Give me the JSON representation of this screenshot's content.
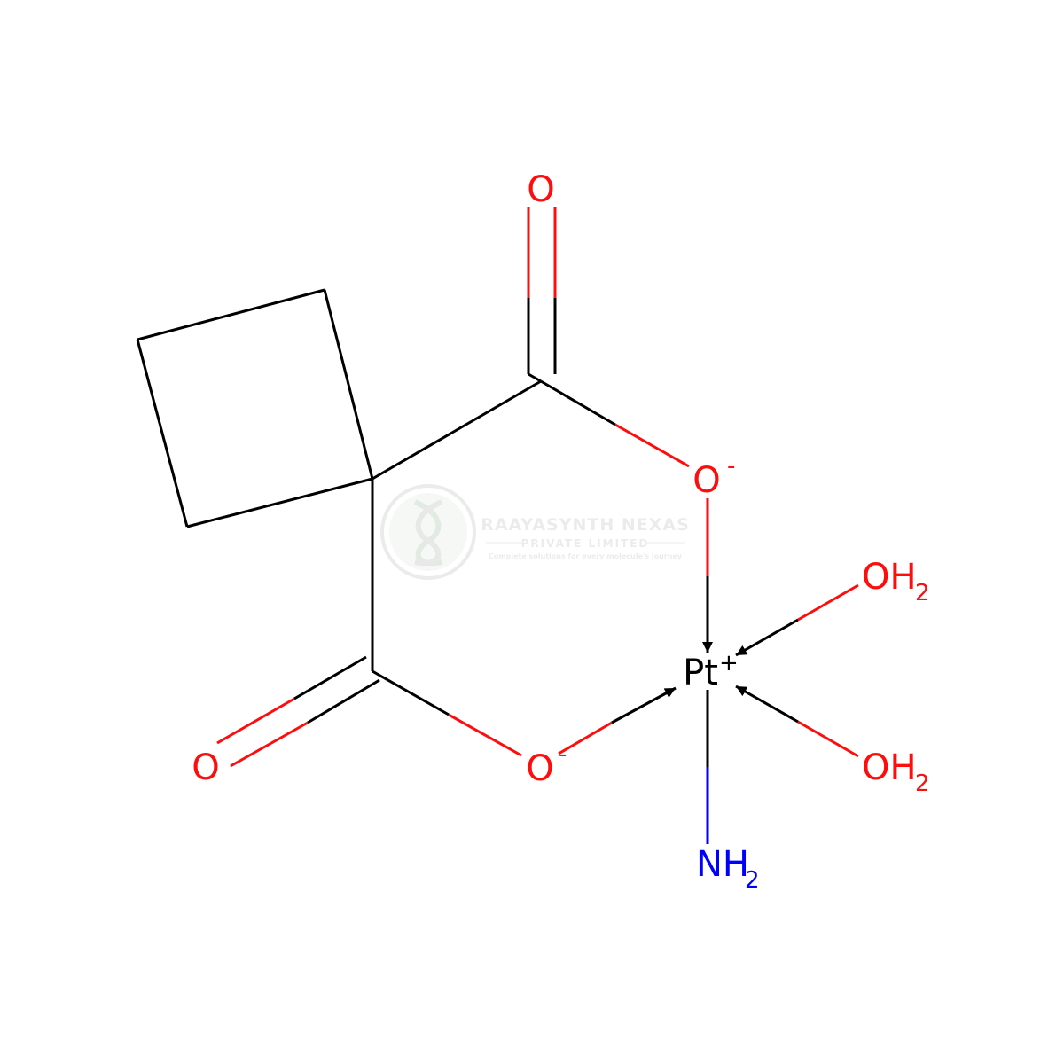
{
  "colors": {
    "carbon": "#000000",
    "oxygen": "#ff0d0d",
    "nitrogen": "#0000ff",
    "watermark": "#dcdcdc",
    "background": "#ffffff"
  },
  "atoms": {
    "o_top": {
      "symbol": "O"
    },
    "o_upper_anion": {
      "symbol": "O",
      "charge": "-"
    },
    "o_left": {
      "symbol": "O"
    },
    "o_lower_anion": {
      "symbol": "O",
      "charge": "-"
    },
    "pt": {
      "symbol": "Pt",
      "charge": "+"
    },
    "water_upper": {
      "symbol": "OH",
      "subscript": "2"
    },
    "water_lower": {
      "symbol": "OH",
      "subscript": "2"
    },
    "ammine": {
      "symbol": "NH",
      "subscript": "2"
    }
  },
  "watermark": {
    "company": "RAAYASYNTH NEXAS",
    "line2": "PRIVATE LIMITED",
    "tagline": "Complete solutions for every molecule's journey"
  }
}
